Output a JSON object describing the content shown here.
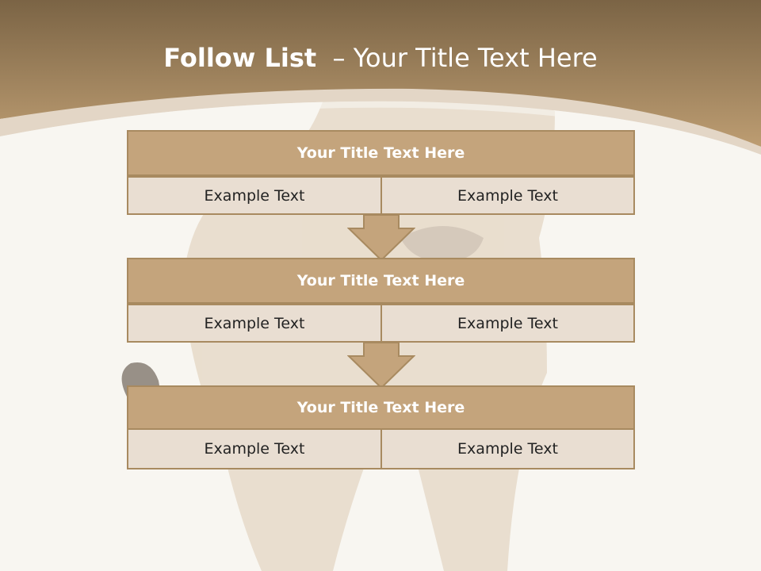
{
  "slide": {
    "title_bold": "Follow List",
    "title_rest": "– Your Title Text Here"
  },
  "rows": [
    {
      "title": "Your Title Text Here",
      "left_text": "Example Text",
      "right_text": "Example Text"
    },
    {
      "title": "Your Title Text Here",
      "left_text": "Example Text",
      "right_text": "Example Text"
    },
    {
      "title": "Your Title Text Here",
      "left_text": "Example Text",
      "right_text": "Example Text"
    }
  ],
  "colors": {
    "header_top": "#7d6647",
    "header_bottom": "#bb9b70",
    "box_title_fill": "#c4a47c",
    "box_cell_fill": "#e9ded2",
    "border": "#a88a60",
    "background": "#f8f6f1"
  },
  "background_image": "lioness-photo"
}
